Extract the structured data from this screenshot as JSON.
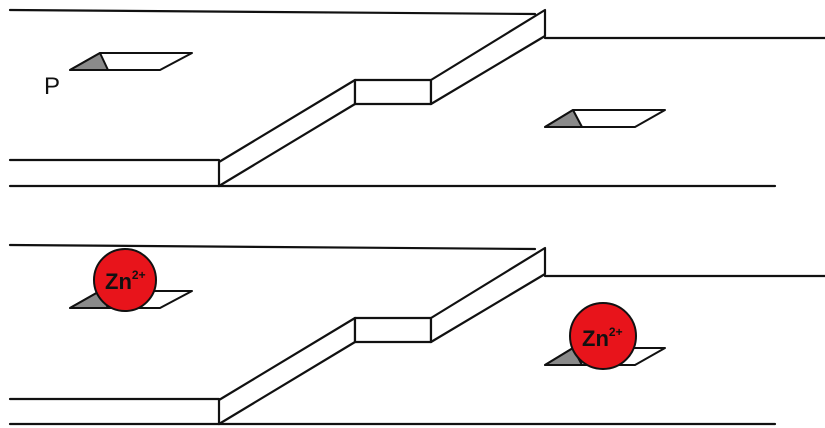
{
  "panels": [
    {
      "id": "top",
      "site_label": "P",
      "sites": [
        {
          "id": "left-site",
          "occupied": false
        },
        {
          "id": "right-site",
          "occupied": false
        }
      ]
    },
    {
      "id": "bottom",
      "sites": [
        {
          "id": "left-site",
          "occupied": true
        },
        {
          "id": "right-site",
          "occupied": true
        }
      ]
    }
  ],
  "ion": {
    "symbol": "Zn",
    "charge": "2+",
    "color": "#e8141b"
  },
  "colors": {
    "line": "#111111",
    "pit_wall": "#8a8a8a",
    "surface": "#ffffff"
  }
}
